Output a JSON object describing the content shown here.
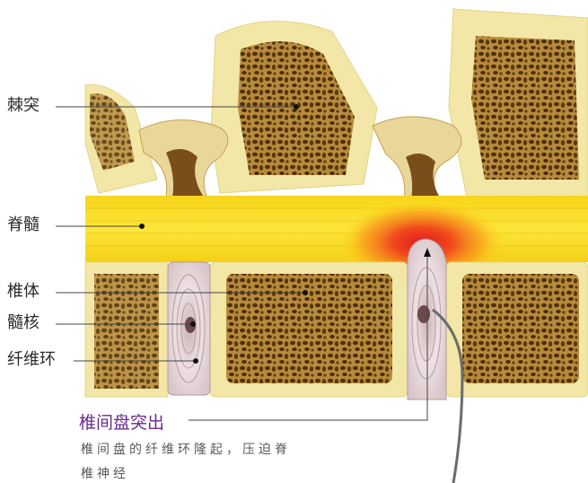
{
  "labels": {
    "spinous_process": "棘突",
    "spinal_cord": "脊髓",
    "vertebral_body": "椎体",
    "nucleus_pulposus": "髓核",
    "annulus_fibrosus": "纤维环"
  },
  "highlight": {
    "title": "椎间盘突出",
    "caption_line1": "椎间盘的纤维环隆起，压迫脊",
    "caption_line2": "椎神经"
  },
  "colors": {
    "bone": "#f2e7a6",
    "pores": "#5a3a0a",
    "spinal_cord": "#fde21a",
    "compression": "#e8242a",
    "disc": "#efe3e6",
    "title_accent": "#6a2a8c"
  }
}
